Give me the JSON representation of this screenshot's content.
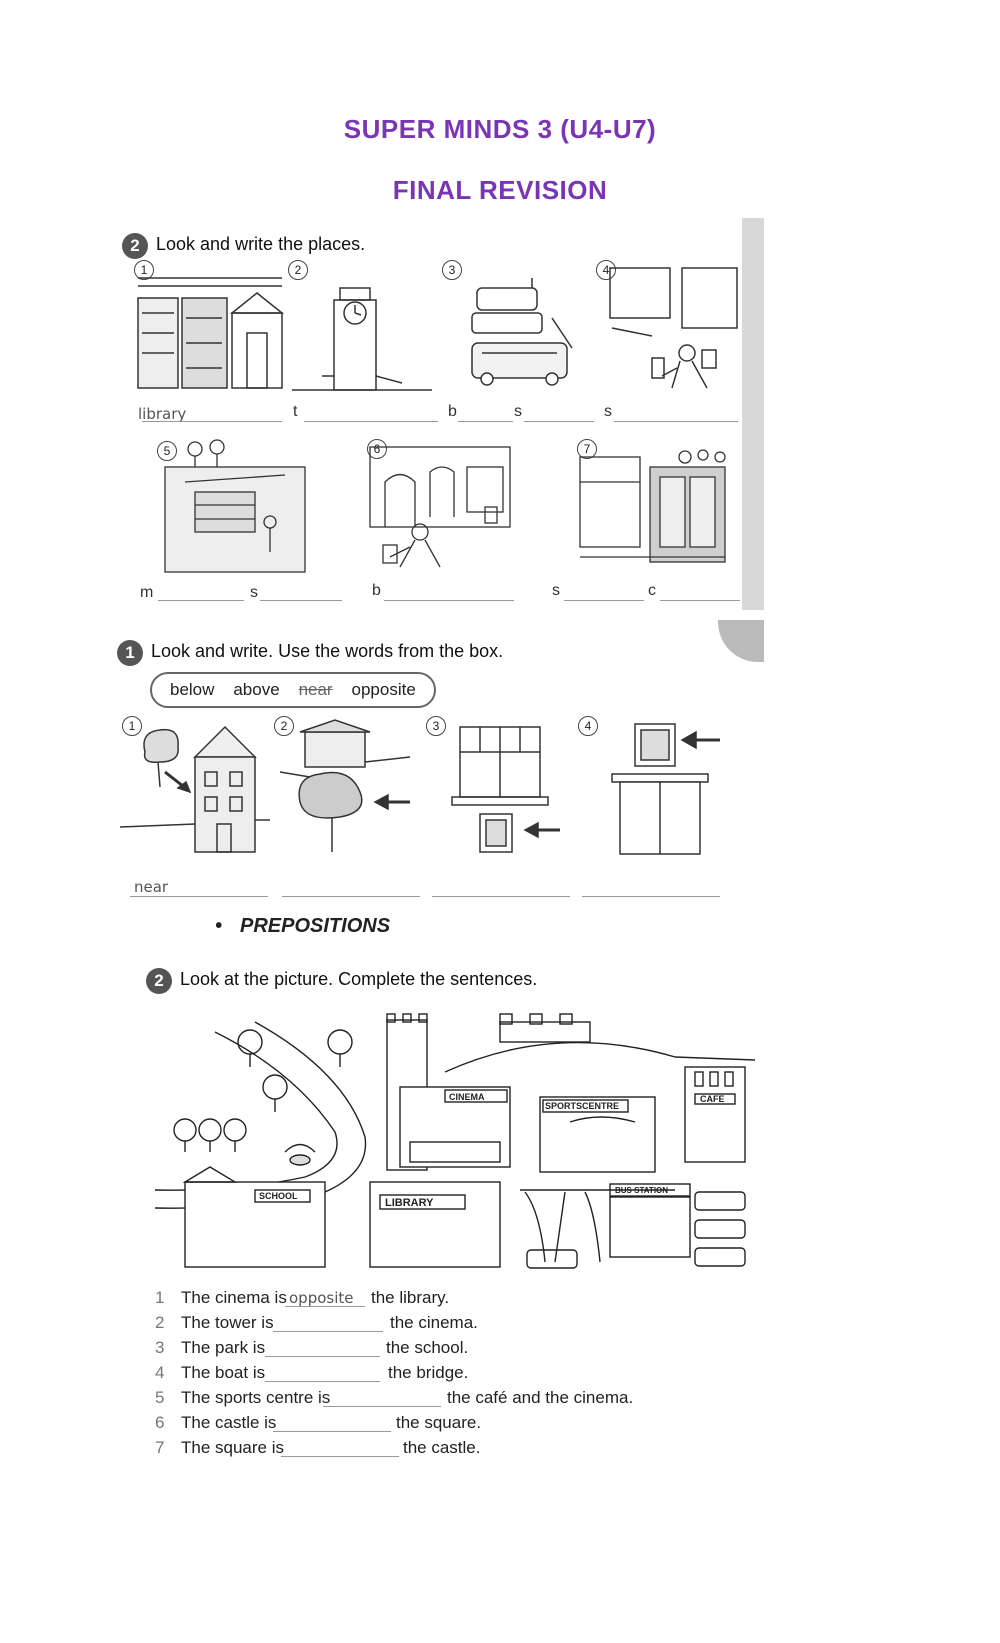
{
  "header": {
    "title": "SUPER MINDS 3 (U4-U7)",
    "subtitle": "FINAL REVISION"
  },
  "exercise_places": {
    "number": "2",
    "instruction": "Look and write the places.",
    "items": [
      {
        "num": "1",
        "prefix": "library"
      },
      {
        "num": "2",
        "prefix": "t"
      },
      {
        "num": "3",
        "prefix": "b",
        "prefix2": "s"
      },
      {
        "num": "4",
        "prefix": "s"
      },
      {
        "num": "5",
        "prefix": "m",
        "prefix2": "s"
      },
      {
        "num": "6",
        "prefix": "b"
      },
      {
        "num": "7",
        "prefix": "s",
        "prefix2": "c"
      }
    ]
  },
  "exercise_box": {
    "number": "1",
    "instruction": "Look and write. Use the words from the box.",
    "words": [
      "below",
      "above",
      "near",
      "opposite"
    ],
    "items": [
      {
        "num": "1",
        "answer": "near"
      },
      {
        "num": "2",
        "answer": ""
      },
      {
        "num": "3",
        "answer": ""
      },
      {
        "num": "4",
        "answer": ""
      }
    ]
  },
  "prepositions_heading": "PREPOSITIONS",
  "exercise_picture": {
    "number": "2",
    "instruction": "Look at the picture. Complete the sentences.",
    "map_labels": {
      "cinema": "CINEMA",
      "sports": "SPORTSCENTRE",
      "cafe": "CAFE",
      "school": "SCHOOL",
      "library": "LIBRARY",
      "bus": "BUS STATION"
    },
    "sentences": [
      {
        "num": "1",
        "start": "The cinema is",
        "answer": "opposite",
        "end": "the library."
      },
      {
        "num": "2",
        "start": "The tower is",
        "answer": "",
        "end": "the cinema."
      },
      {
        "num": "3",
        "start": "The park is",
        "answer": "",
        "end": "the school."
      },
      {
        "num": "4",
        "start": "The boat is",
        "answer": "",
        "end": "the bridge."
      },
      {
        "num": "5",
        "start": "The sports centre is",
        "answer": "",
        "end": "the café and the cinema."
      },
      {
        "num": "6",
        "start": "The castle is",
        "answer": "",
        "end": "the square."
      },
      {
        "num": "7",
        "start": "The square is",
        "answer": "",
        "end": "the castle."
      }
    ]
  }
}
